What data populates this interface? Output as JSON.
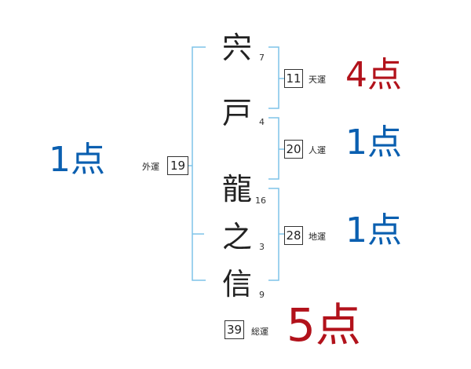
{
  "colors": {
    "bracket": "#7ec3e8",
    "good": "#0a5fb0",
    "bad": "#b2121b",
    "text": "#222222"
  },
  "surname": [
    {
      "char": "宍",
      "strokes": "7"
    },
    {
      "char": "戸",
      "strokes": "4"
    }
  ],
  "given": [
    {
      "char": "龍",
      "strokes": "16"
    },
    {
      "char": "之",
      "strokes": "3"
    },
    {
      "char": "信",
      "strokes": "9"
    }
  ],
  "fortunes": {
    "ten": {
      "label": "天運",
      "value": "11",
      "score": "4点"
    },
    "jin": {
      "label": "人運",
      "value": "20",
      "score": "1点"
    },
    "chi": {
      "label": "地運",
      "value": "28",
      "score": "1点"
    },
    "gai": {
      "label": "外運",
      "value": "19",
      "score": "1点"
    },
    "sou": {
      "label": "総運",
      "value": "39",
      "score": "5点"
    }
  }
}
